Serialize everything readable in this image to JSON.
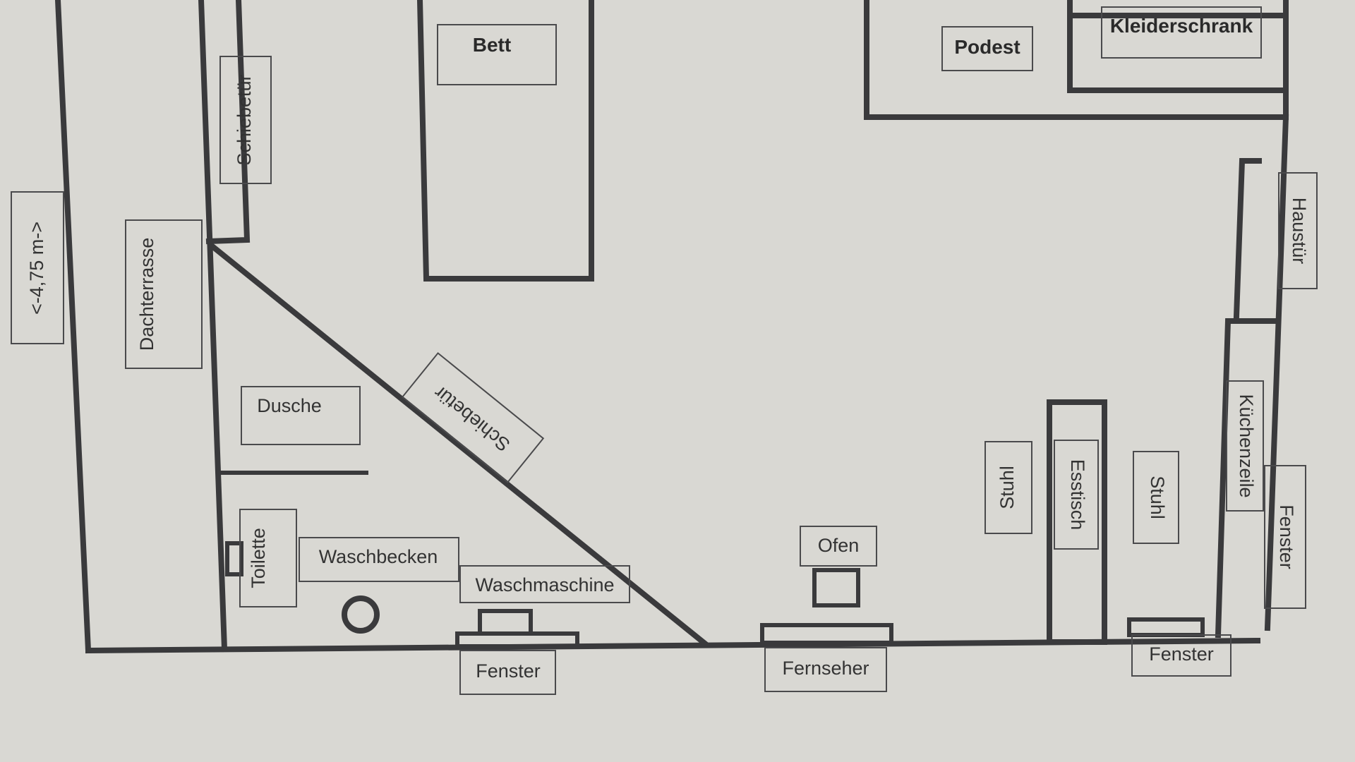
{
  "labels": {
    "bett": "Bett",
    "podest": "Podest",
    "kleiderschrank": "Kleiderschrank",
    "schiebetuer_top": "Schiebetür",
    "dimension": "<-4,75 m->",
    "dachterrasse": "Dachterrasse",
    "schiebetuer_diag": "Schiebetür",
    "dusche": "Dusche",
    "toilette": "Toilette",
    "waschbecken": "Waschbecken",
    "waschmaschine": "Waschmaschine",
    "fenster_left": "Fenster",
    "ofen": "Ofen",
    "fernseher": "Fernseher",
    "stuhl_left": "Stuhl",
    "esstisch": "Esstisch",
    "stuhl_right": "Stuhl",
    "kuechenzeile": "Küchenzeile",
    "haustuer": "Haustür",
    "fenster_right_side": "Fenster",
    "fenster_bottom_right": "Fenster"
  },
  "colors": {
    "background": "#d9d8d3",
    "wall": "#3a3a3c",
    "label_border": "#4a4a4c",
    "text": "#333333"
  }
}
